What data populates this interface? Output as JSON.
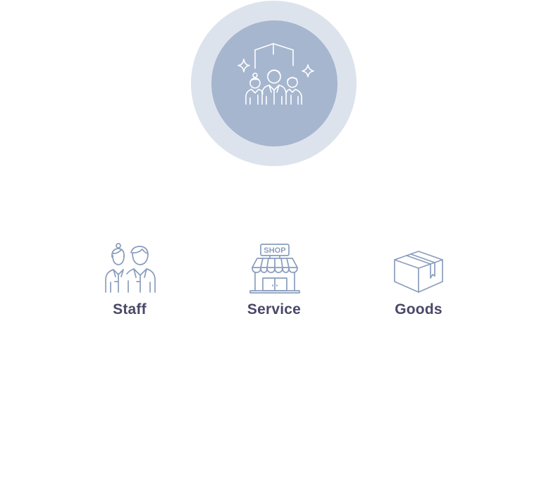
{
  "hero": {
    "icon": "team-group-icon",
    "outer_color": "#dde3ed",
    "inner_color": "#a6b6cf"
  },
  "categories": [
    {
      "label": "Staff",
      "icon": "staff-people-icon"
    },
    {
      "label": "Service",
      "icon": "shop-storefront-icon",
      "icon_text": "SHOP"
    },
    {
      "label": "Goods",
      "icon": "package-box-icon"
    }
  ],
  "colors": {
    "icon_stroke": "#8a9dbd",
    "label_text": "#4a4868"
  }
}
